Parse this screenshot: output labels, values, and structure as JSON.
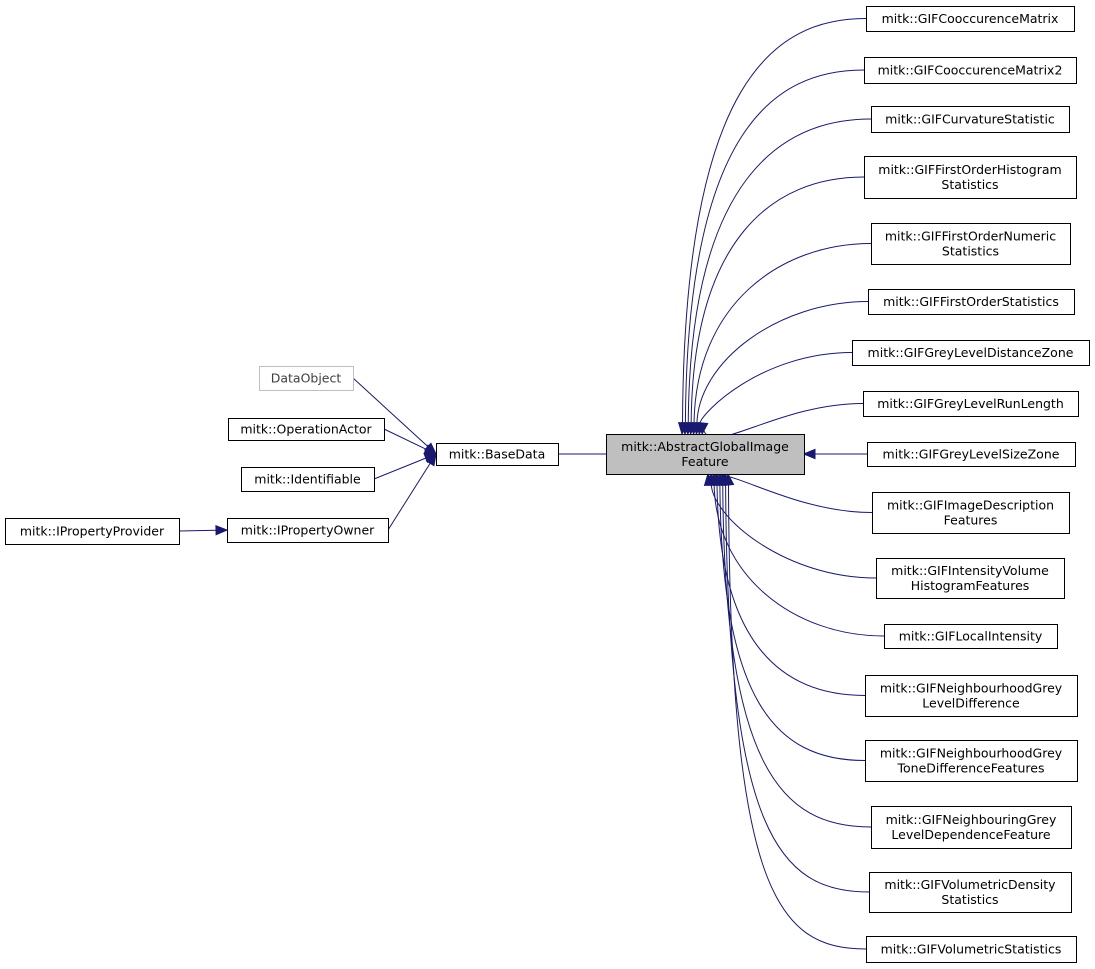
{
  "nodes": {
    "abstract_global_image_feature": {
      "lines": [
        "mitk::AbstractGlobalImage",
        "Feature"
      ],
      "style": "focus"
    },
    "base_data": {
      "lines": [
        "mitk::BaseData"
      ],
      "style": "normal"
    },
    "data_object": {
      "lines": [
        "DataObject"
      ],
      "style": "external"
    },
    "operation_actor": {
      "lines": [
        "mitk::OperationActor"
      ],
      "style": "normal"
    },
    "identifiable": {
      "lines": [
        "mitk::Identifiable"
      ],
      "style": "normal"
    },
    "iproperty_owner": {
      "lines": [
        "mitk::IPropertyOwner"
      ],
      "style": "normal"
    },
    "iproperty_provider": {
      "lines": [
        "mitk::IPropertyProvider"
      ],
      "style": "normal"
    },
    "gif_cooccurence_matrix": {
      "lines": [
        "mitk::GIFCooccurenceMatrix"
      ],
      "style": "normal"
    },
    "gif_cooccurence_matrix2": {
      "lines": [
        "mitk::GIFCooccurenceMatrix2"
      ],
      "style": "normal"
    },
    "gif_curvature_statistic": {
      "lines": [
        "mitk::GIFCurvatureStatistic"
      ],
      "style": "normal"
    },
    "gif_first_order_histogram_statistics": {
      "lines": [
        "mitk::GIFFirstOrderHistogram",
        "Statistics"
      ],
      "style": "normal"
    },
    "gif_first_order_numeric_statistics": {
      "lines": [
        "mitk::GIFFirstOrderNumeric",
        "Statistics"
      ],
      "style": "normal"
    },
    "gif_first_order_statistics": {
      "lines": [
        "mitk::GIFFirstOrderStatistics"
      ],
      "style": "normal"
    },
    "gif_grey_level_distance_zone": {
      "lines": [
        "mitk::GIFGreyLevelDistanceZone"
      ],
      "style": "normal"
    },
    "gif_grey_level_run_length": {
      "lines": [
        "mitk::GIFGreyLevelRunLength"
      ],
      "style": "normal"
    },
    "gif_grey_level_size_zone": {
      "lines": [
        "mitk::GIFGreyLevelSizeZone"
      ],
      "style": "normal"
    },
    "gif_image_description_features": {
      "lines": [
        "mitk::GIFImageDescription",
        "Features"
      ],
      "style": "normal"
    },
    "gif_intensity_volume_histogram_features": {
      "lines": [
        "mitk::GIFIntensityVolume",
        "HistogramFeatures"
      ],
      "style": "normal"
    },
    "gif_local_intensity": {
      "lines": [
        "mitk::GIFLocalIntensity"
      ],
      "style": "normal"
    },
    "gif_neighbourhood_grey_level_difference": {
      "lines": [
        "mitk::GIFNeighbourhoodGrey",
        "LevelDifference"
      ],
      "style": "normal"
    },
    "gif_neighbourhood_grey_tone_difference_features": {
      "lines": [
        "mitk::GIFNeighbourhoodGrey",
        "ToneDifferenceFeatures"
      ],
      "style": "normal"
    },
    "gif_neighbouring_grey_level_dependence_feature": {
      "lines": [
        "mitk::GIFNeighbouringGrey",
        "LevelDependenceFeature"
      ],
      "style": "normal"
    },
    "gif_volumetric_density_statistics": {
      "lines": [
        "mitk::GIFVolumetricDensity",
        "Statistics"
      ],
      "style": "normal"
    },
    "gif_volumetric_statistics": {
      "lines": [
        "mitk::GIFVolumetricStatistics"
      ],
      "style": "normal"
    }
  },
  "edges": [
    {
      "from": "base_data",
      "to": "abstract_global_image_feature"
    },
    {
      "from": "data_object",
      "to": "base_data"
    },
    {
      "from": "operation_actor",
      "to": "base_data"
    },
    {
      "from": "identifiable",
      "to": "base_data"
    },
    {
      "from": "iproperty_owner",
      "to": "base_data"
    },
    {
      "from": "iproperty_provider",
      "to": "iproperty_owner"
    },
    {
      "from": "abstract_global_image_feature",
      "to": "gif_cooccurence_matrix"
    },
    {
      "from": "abstract_global_image_feature",
      "to": "gif_cooccurence_matrix2"
    },
    {
      "from": "abstract_global_image_feature",
      "to": "gif_curvature_statistic"
    },
    {
      "from": "abstract_global_image_feature",
      "to": "gif_first_order_histogram_statistics"
    },
    {
      "from": "abstract_global_image_feature",
      "to": "gif_first_order_numeric_statistics"
    },
    {
      "from": "abstract_global_image_feature",
      "to": "gif_first_order_statistics"
    },
    {
      "from": "abstract_global_image_feature",
      "to": "gif_grey_level_distance_zone"
    },
    {
      "from": "abstract_global_image_feature",
      "to": "gif_grey_level_run_length"
    },
    {
      "from": "abstract_global_image_feature",
      "to": "gif_grey_level_size_zone"
    },
    {
      "from": "abstract_global_image_feature",
      "to": "gif_image_description_features"
    },
    {
      "from": "abstract_global_image_feature",
      "to": "gif_intensity_volume_histogram_features"
    },
    {
      "from": "abstract_global_image_feature",
      "to": "gif_local_intensity"
    },
    {
      "from": "abstract_global_image_feature",
      "to": "gif_neighbourhood_grey_level_difference"
    },
    {
      "from": "abstract_global_image_feature",
      "to": "gif_neighbourhood_grey_tone_difference_features"
    },
    {
      "from": "abstract_global_image_feature",
      "to": "gif_neighbouring_grey_level_dependence_feature"
    },
    {
      "from": "abstract_global_image_feature",
      "to": "gif_volumetric_density_statistics"
    },
    {
      "from": "abstract_global_image_feature",
      "to": "gif_volumetric_statistics"
    }
  ],
  "colors": {
    "edge": "#191970",
    "focus_fill": "#bfbfbf",
    "external_border": "#bfbfbf",
    "node_border": "#000000"
  }
}
